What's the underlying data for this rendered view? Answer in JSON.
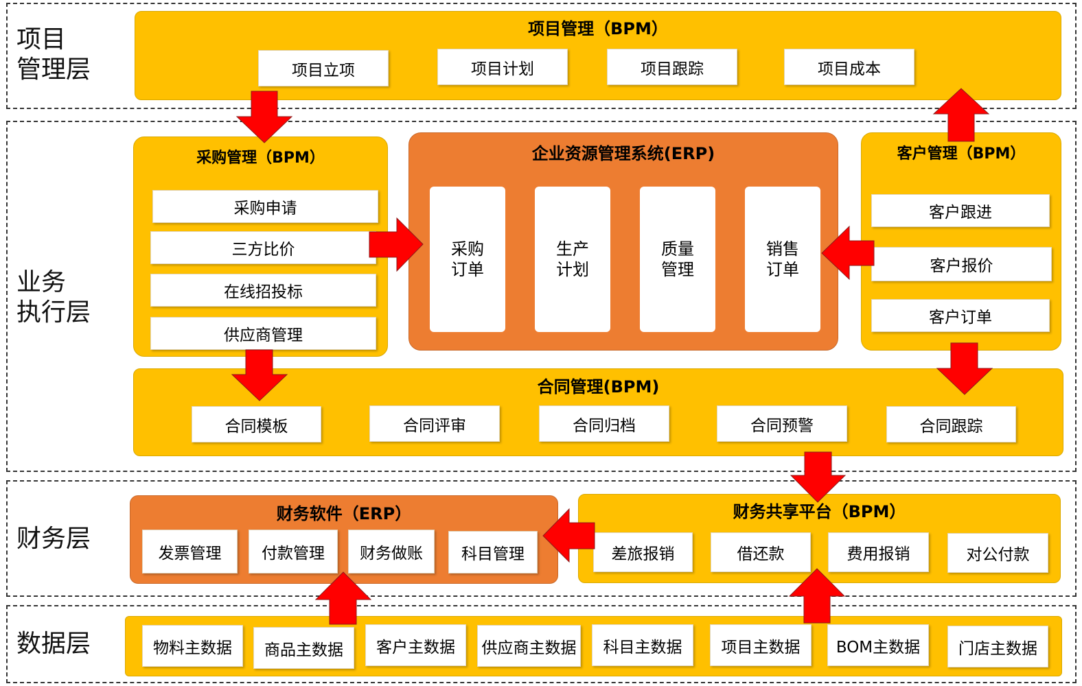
{
  "layers": {
    "project": "项目\n管理层",
    "business": "业务\n执行层",
    "finance": "财务层",
    "data": "数据层"
  },
  "project_mgmt": {
    "title": "项目管理（BPM）",
    "items": [
      "项目立项",
      "项目计划",
      "项目跟踪",
      "项目成本"
    ]
  },
  "purchase": {
    "title": "采购管理（BPM）",
    "items": [
      "采购申请",
      "三方比价",
      "在线招投标",
      "供应商管理"
    ]
  },
  "erp": {
    "title": "企业资源管理系统(ERP)",
    "items": [
      "采购\n订单",
      "生产\n计划",
      "质量\n管理",
      "销售\n订单"
    ]
  },
  "customer": {
    "title": "客户管理（BPM）",
    "items": [
      "客户跟进",
      "客户报价",
      "客户订单"
    ]
  },
  "contract": {
    "title": "合同管理(BPM)",
    "items": [
      "合同模板",
      "合同评审",
      "合同归档",
      "合同预警",
      "合同跟踪"
    ]
  },
  "finance_software": {
    "title": "财务软件（ERP）",
    "items": [
      "发票管理",
      "付款管理",
      "财务做账",
      "科目管理"
    ]
  },
  "finance_shared": {
    "title": "财务共享平台（BPM）",
    "items": [
      "差旅报销",
      "借还款",
      "费用报销",
      "对公付款"
    ]
  },
  "master_data": {
    "items": [
      "物料主数据",
      "商品主数据",
      "客户主数据",
      "供应商主数据",
      "科目主数据",
      "项目主数据",
      "BOM主数据",
      "门店主数据"
    ]
  },
  "colors": {
    "yellow": "#FFC000",
    "orange": "#ED7D31",
    "arrow": "#FF0000"
  }
}
